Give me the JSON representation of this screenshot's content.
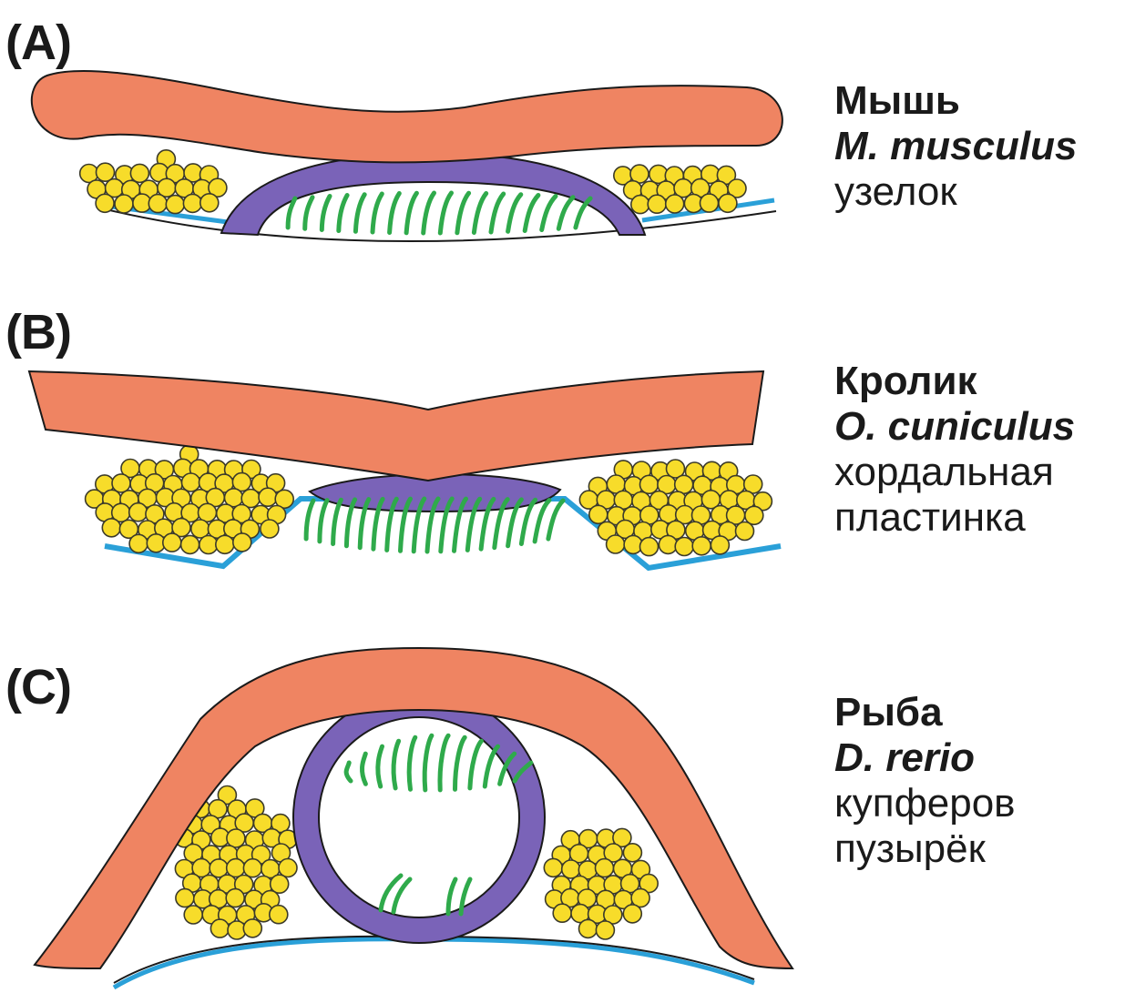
{
  "colors": {
    "ectoderm": "#ef8462",
    "organ_wall": "#7a63b8",
    "cilia": "#2faa4b",
    "cells_fill": "#f7dc2a",
    "cells_stroke": "#3b3a2a",
    "endoderm": "#2aa0d8",
    "outline": "#1a1a1a"
  },
  "panels": [
    {
      "letter": "(A)",
      "common_name": "Мышь",
      "species": "M. musculus",
      "organ_lines": [
        "узелок"
      ]
    },
    {
      "letter": "(B)",
      "common_name": "Кролик",
      "species": "O. cuniculus",
      "organ_lines": [
        "хордальная",
        "пластинка"
      ]
    },
    {
      "letter": "(C)",
      "common_name": "Рыба",
      "species": "D. rerio",
      "organ_lines": [
        "купферов",
        "пузырёк"
      ]
    }
  ]
}
